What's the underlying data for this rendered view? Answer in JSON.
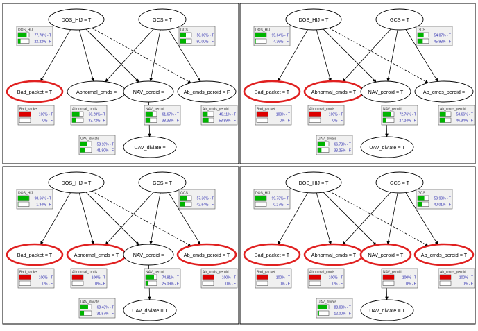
{
  "colors": {
    "true_fill": "#00b400",
    "evidence_fill": "#dd0000",
    "value_text": "#1a1aaa",
    "node_evidence": "#e02020",
    "box_bg": "#f0f0f0"
  },
  "panels": [
    {
      "nodes": {
        "dos": "DOS_HIJ ≡ T",
        "gcs": "GCS ≡ T",
        "bad": "Bad_packet ≡ T",
        "abn": "Abnormal_cmds ≡",
        "nav": "NAV_peroid ≡",
        "abc": "Ab_cmds_peroid ≡ F",
        "uav": "UAV_diviate ≡"
      },
      "boxes": {
        "dos": {
          "title": "DOS_HIJ",
          "rows": [
            {
              "text": "77.78% - T",
              "value": 77.78,
              "kind": "true"
            },
            {
              "text": "22.22% - F",
              "value": 22.22,
              "kind": "true"
            }
          ]
        },
        "gcs": {
          "title": "GCS",
          "rows": [
            {
              "text": "50.00% - T",
              "value": 50.0,
              "kind": "true"
            },
            {
              "text": "50.00% - F",
              "value": 50.0,
              "kind": "true"
            }
          ]
        },
        "bad": {
          "title": "Bad_packet",
          "rows": [
            {
              "text": "100% - T",
              "value": 100,
              "kind": "evidence"
            },
            {
              "text": "0% - F",
              "value": 0,
              "kind": "evidence"
            }
          ]
        },
        "abn": {
          "title": "Abnormal_cmds",
          "rows": [
            {
              "text": "66.28% - T",
              "value": 66.28,
              "kind": "true"
            },
            {
              "text": "33.72% - F",
              "value": 33.72,
              "kind": "true"
            }
          ]
        },
        "nav": {
          "title": "NAV_peroid",
          "rows": [
            {
              "text": "61.67% - T",
              "value": 61.67,
              "kind": "true"
            },
            {
              "text": "38.33% - F",
              "value": 38.33,
              "kind": "true"
            }
          ]
        },
        "abc": {
          "title": "Ab_cmds_peroid",
          "rows": [
            {
              "text": "46.11% - T",
              "value": 46.11,
              "kind": "true"
            },
            {
              "text": "53.89% - F",
              "value": 53.89,
              "kind": "true"
            }
          ]
        },
        "uav": {
          "title": "UAV_diviate",
          "rows": [
            {
              "text": "58.10% - T",
              "value": 58.1,
              "kind": "true"
            },
            {
              "text": "41.90% - F",
              "value": 41.9,
              "kind": "true"
            }
          ]
        }
      },
      "evidence": [
        "bad"
      ]
    },
    {
      "nodes": {
        "dos": "DOS_HIJ ≡ T",
        "gcs": "GCS ≡ T",
        "bad": "Bad_packet ≡ T",
        "abn": "Abnormal_cmds ≡ T",
        "nav": "NAV_peroid ≡ T",
        "abc": "Ab_cmds_peroid ≡",
        "uav": "UAV_diviate ≡ T"
      },
      "boxes": {
        "dos": {
          "title": "DOS_HIJ",
          "rows": [
            {
              "text": "95.64% - T",
              "value": 95.64,
              "kind": "true"
            },
            {
              "text": "4.36% - F",
              "value": 4.36,
              "kind": "true"
            }
          ]
        },
        "gcs": {
          "title": "GCS",
          "rows": [
            {
              "text": "54.07% - T",
              "value": 54.07,
              "kind": "true"
            },
            {
              "text": "45.93% - F",
              "value": 45.93,
              "kind": "true"
            }
          ]
        },
        "bad": {
          "title": "Bad_packet",
          "rows": [
            {
              "text": "100% - T",
              "value": 100,
              "kind": "evidence"
            },
            {
              "text": "0% - F",
              "value": 0,
              "kind": "evidence"
            }
          ]
        },
        "abn": {
          "title": "Abnormal_cmds",
          "rows": [
            {
              "text": "100% - T",
              "value": 100,
              "kind": "evidence"
            },
            {
              "text": "0% - F",
              "value": 0,
              "kind": "evidence"
            }
          ]
        },
        "nav": {
          "title": "NAV_peroid",
          "rows": [
            {
              "text": "72.76% - T",
              "value": 72.76,
              "kind": "true"
            },
            {
              "text": "27.24% - F",
              "value": 27.24,
              "kind": "true"
            }
          ]
        },
        "abc": {
          "title": "Ab_cmds_peroid",
          "rows": [
            {
              "text": "53.66% - T",
              "value": 53.66,
              "kind": "true"
            },
            {
              "text": "46.34% - F",
              "value": 46.34,
              "kind": "true"
            }
          ]
        },
        "uav": {
          "title": "UAV_diviate",
          "rows": [
            {
              "text": "66.73% - T",
              "value": 66.73,
              "kind": "true"
            },
            {
              "text": "33.25% - F",
              "value": 33.25,
              "kind": "true"
            }
          ]
        }
      },
      "evidence": [
        "bad",
        "abn"
      ]
    },
    {
      "nodes": {
        "dos": "DOS_HIJ ≡ T",
        "gcs": "GCS ≡ T",
        "bad": "Bad_packet ≡ T",
        "abn": "Abnormal_cmds ≡ T",
        "nav": "NAV_peroid ≡",
        "abc": "Ab_cmds_peroid ≡ T",
        "uav": "UAV_diviate ≡ T"
      },
      "boxes": {
        "dos": {
          "title": "DOS_HIJ",
          "rows": [
            {
              "text": "98.66% - T",
              "value": 98.66,
              "kind": "true"
            },
            {
              "text": "1.34% - F",
              "value": 1.34,
              "kind": "true"
            }
          ]
        },
        "gcs": {
          "title": "GCS",
          "rows": [
            {
              "text": "57.36% - T",
              "value": 57.36,
              "kind": "true"
            },
            {
              "text": "42.64% - F",
              "value": 42.64,
              "kind": "true"
            }
          ]
        },
        "bad": {
          "title": "Bad_packet",
          "rows": [
            {
              "text": "100% - T",
              "value": 100,
              "kind": "evidence"
            },
            {
              "text": "0% - F",
              "value": 0,
              "kind": "evidence"
            }
          ]
        },
        "abn": {
          "title": "Abnormal_cmds",
          "rows": [
            {
              "text": "100% - T",
              "value": 100,
              "kind": "evidence"
            },
            {
              "text": "0% - F",
              "value": 0,
              "kind": "evidence"
            }
          ]
        },
        "nav": {
          "title": "NAV_peroid",
          "rows": [
            {
              "text": "74.91% - T",
              "value": 74.91,
              "kind": "true"
            },
            {
              "text": "25.09% - F",
              "value": 25.09,
              "kind": "true"
            }
          ]
        },
        "abc": {
          "title": "Ab_cmds_peroid",
          "rows": [
            {
              "text": "100% - T",
              "value": 100,
              "kind": "evidence"
            },
            {
              "text": "0% - F",
              "value": 0,
              "kind": "evidence"
            }
          ]
        },
        "uav": {
          "title": "UAV_diviate",
          "rows": [
            {
              "text": "68.43% - T",
              "value": 68.43,
              "kind": "true"
            },
            {
              "text": "31.57% - F",
              "value": 31.57,
              "kind": "true"
            }
          ]
        }
      },
      "evidence": [
        "bad",
        "abn",
        "abc"
      ]
    },
    {
      "nodes": {
        "dos": "DOS_HIJ ≡ T",
        "gcs": "GCS ≡ T",
        "bad": "Bad_packet ≡ T",
        "abn": "Abnormal_cmds ≡ T",
        "nav": "NAV_peroid ≡ T",
        "abc": "Ab_cmds_peroid ≡ T",
        "uav": "UAV_diviate ≡ T"
      },
      "boxes": {
        "dos": {
          "title": "DOS_HIJ",
          "rows": [
            {
              "text": "99.73% - T",
              "value": 99.73,
              "kind": "true"
            },
            {
              "text": "0.27% - F",
              "value": 0.27,
              "kind": "true"
            }
          ]
        },
        "gcs": {
          "title": "GCS",
          "rows": [
            {
              "text": "59.99% - T",
              "value": 59.99,
              "kind": "true"
            },
            {
              "text": "40.01% - F",
              "value": 40.01,
              "kind": "true"
            }
          ]
        },
        "bad": {
          "title": "Bad_packet",
          "rows": [
            {
              "text": "100% - T",
              "value": 100,
              "kind": "evidence"
            },
            {
              "text": "0% - F",
              "value": 0,
              "kind": "evidence"
            }
          ]
        },
        "abn": {
          "title": "Abnormal_cmds",
          "rows": [
            {
              "text": "100% - T",
              "value": 100,
              "kind": "evidence"
            },
            {
              "text": "0% - F",
              "value": 0,
              "kind": "evidence"
            }
          ]
        },
        "nav": {
          "title": "NAV_peroid",
          "rows": [
            {
              "text": "100% - T",
              "value": 100,
              "kind": "evidence"
            },
            {
              "text": "0% - F",
              "value": 0,
              "kind": "evidence"
            }
          ]
        },
        "abc": {
          "title": "Ab_cmds_peroid",
          "rows": [
            {
              "text": "100% - T",
              "value": 100,
              "kind": "evidence"
            },
            {
              "text": "0% - F",
              "value": 0,
              "kind": "evidence"
            }
          ]
        },
        "uav": {
          "title": "UAV_diviate",
          "rows": [
            {
              "text": "88.00% - T",
              "value": 88.0,
              "kind": "true"
            },
            {
              "text": "12.00% - F",
              "value": 12.0,
              "kind": "true"
            }
          ]
        }
      },
      "evidence": [
        "bad",
        "abn",
        "nav",
        "abc"
      ]
    }
  ]
}
